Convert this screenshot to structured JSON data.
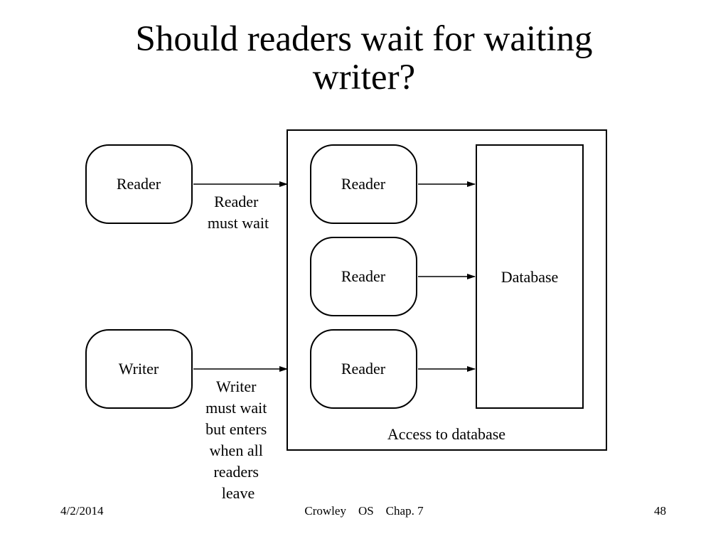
{
  "slide": {
    "title_line1": "Should readers wait for waiting",
    "title_line2": "writer?"
  },
  "diagram": {
    "waiting_reader_label": "Reader",
    "waiting_writer_label": "Writer",
    "reader_wait_note": [
      "Reader",
      "must wait"
    ],
    "writer_wait_note": [
      "Writer",
      "must wait",
      "but enters",
      "when all",
      "readers",
      "leave"
    ],
    "active_readers": [
      "Reader",
      "Reader",
      "Reader"
    ],
    "database_label": "Database",
    "access_region_label": "Access to database"
  },
  "footer": {
    "date": "4/2/2014",
    "center": "Crowley    OS    Chap. 7",
    "page": "48"
  }
}
